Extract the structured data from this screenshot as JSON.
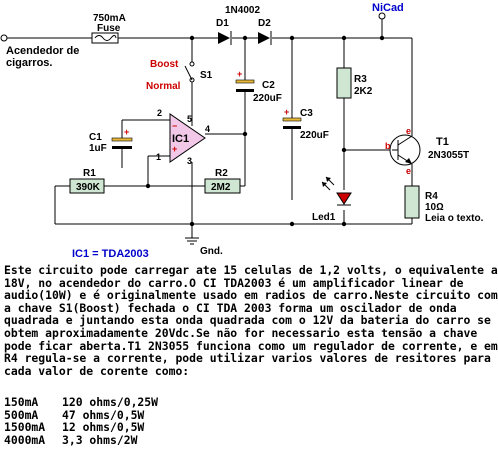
{
  "colors": {
    "accent_red": "#cc0000",
    "accent_blue": "#0000cc",
    "ic_fill": "#f1c8e8",
    "resistor_fill": "#cfe6d2",
    "led_fill": "#cc0000",
    "cap_plate": "#e8b83a"
  },
  "labels": {
    "fuse": "750mA",
    "fuse_word": "Fuse",
    "d1": "D1",
    "d2": "D2",
    "diode_type": "1N4002",
    "nicad": "NiCad",
    "input_line1": "Acendedor de",
    "input_line2": "cigarros.",
    "boost": "Boost",
    "normal": "Normal",
    "s1": "S1",
    "c2": "C2",
    "c2_value": "220uF",
    "c3": "C3",
    "c3_value": "220uF",
    "c1": "C1",
    "c1_value": "1uF",
    "ic1": "IC1",
    "r1": "R1",
    "r1_value": "390K",
    "r2": "R2",
    "r2_value": "2M2",
    "r3": "R3",
    "r3_value": "2K2",
    "t1": "T1",
    "t1_value": "2N3055T",
    "led": "Led1",
    "r4": "R4",
    "r4_value": "10Ω",
    "r4_note": "Leia o texto.",
    "gnd": "Gnd.",
    "ic_note": "IC1 = TDA2003",
    "pin_2": "2",
    "pin_5": "5",
    "pin_4": "4",
    "pin_1": "1",
    "pin_3": "3",
    "e_top": "e",
    "b": "b",
    "e_bottom": "e",
    "plus_c2": "+",
    "plus_c3": "+",
    "plus_c1": "+",
    "ic_minus": "−",
    "ic_plus": "+"
  },
  "description": "Este circuito pode carregar ate 15 celulas de 1,2 volts, o equivalente a 18V, no acendedor do carro.O CI TDA2003 é um amplificador linear de audio(10W) e é originalmente usado em radios de carro.Neste circuito com a chave S1(Boost) fechada o CI TDA 2003 forma um oscilador de onda quadrada e juntando esta onda quadrada com o 12V da bateria do carro se obtem aproximadamente 20Vdc.Se não for necessario esta tensão a chave pode ficar aberta.T1 2N3055 funciona como um regulador de corrente, e em R4 regula-se a corrente, pode utilizar varios valores de resitores para cada valor de corente como:",
  "current_table": [
    {
      "current": "150mA",
      "resistor": "120 ohms/0,25W"
    },
    {
      "current": "500mA",
      "resistor": "47 ohms/0,5W"
    },
    {
      "current": "1500mA",
      "resistor": "12 ohms/0,5W"
    },
    {
      "current": "4000mA",
      "resistor": "3,3 ohms/2W"
    }
  ]
}
